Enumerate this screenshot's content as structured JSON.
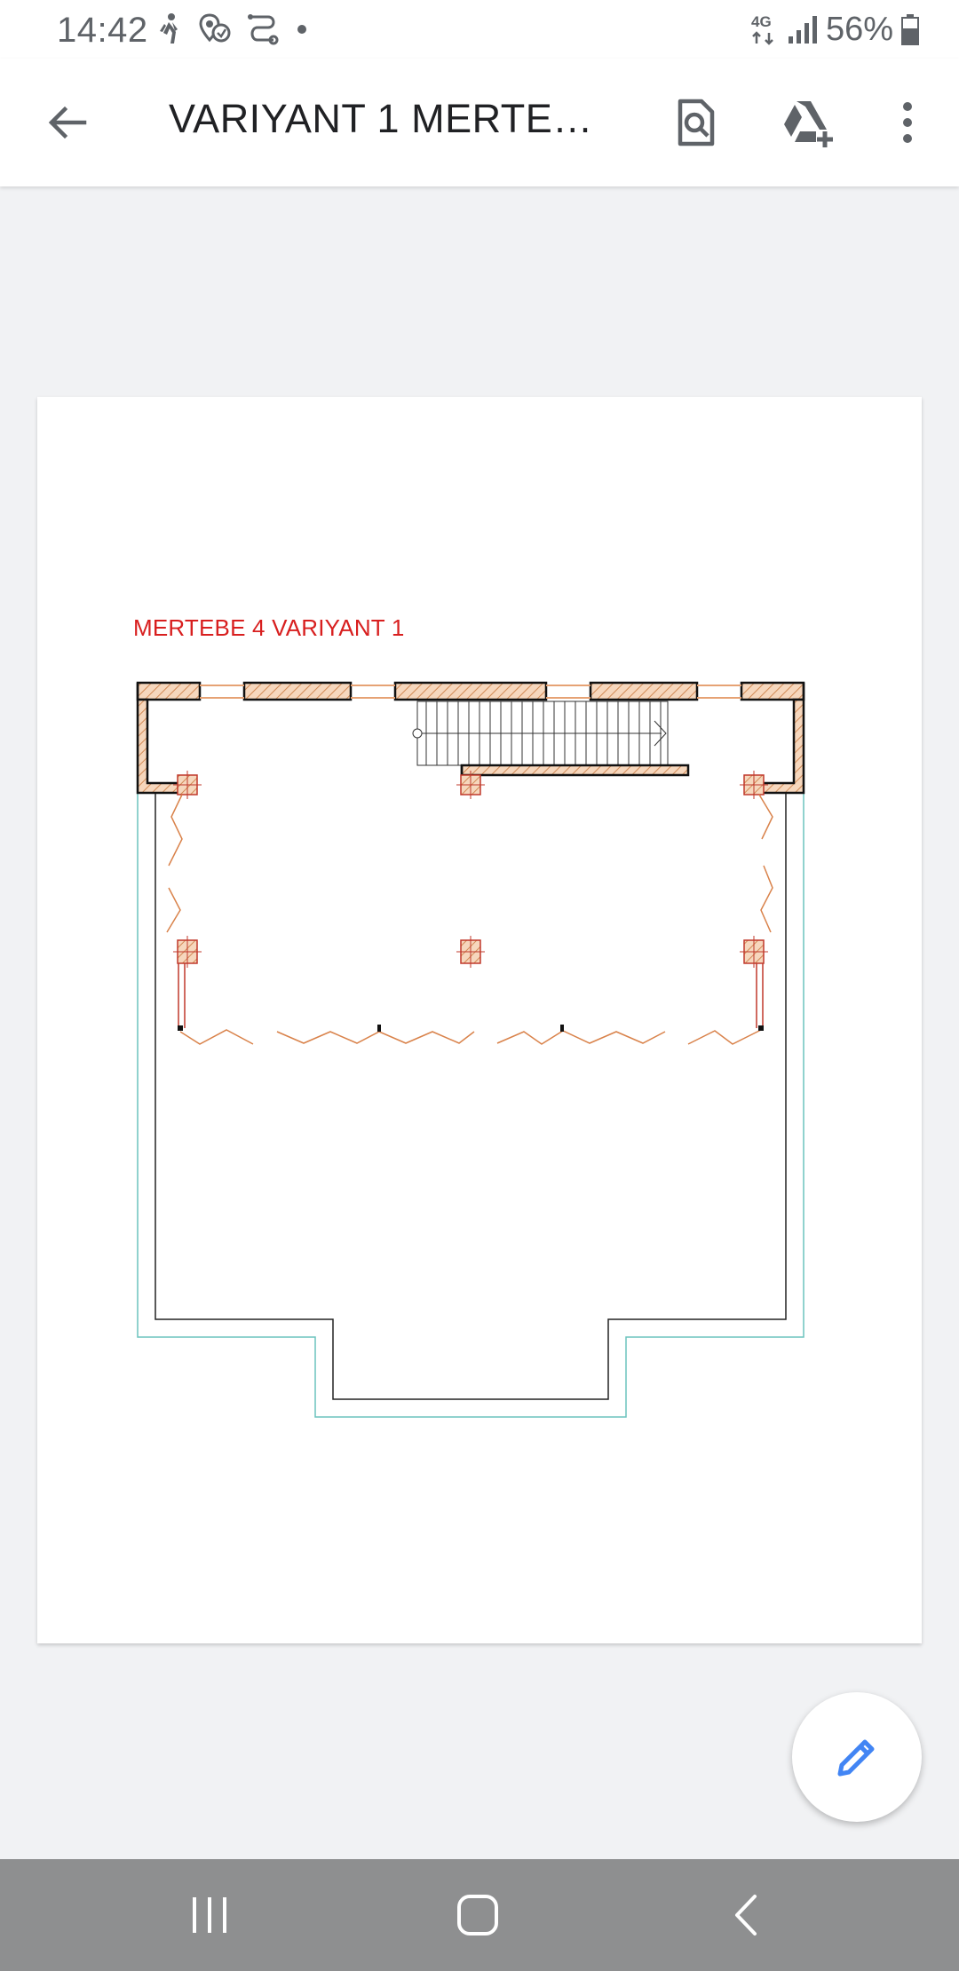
{
  "status_bar": {
    "time": "14:42",
    "network": "4G",
    "battery": "56%",
    "icons": [
      "walking-icon",
      "location-sharing-icon",
      "route-icon",
      "dot-icon",
      "signal-icon",
      "battery-icon"
    ]
  },
  "app_bar": {
    "title": "VARIYANT 1 MERTEBE...",
    "icons": [
      "back-arrow-icon",
      "find-in-page-icon",
      "drive-add-icon",
      "more-vert-icon"
    ]
  },
  "document": {
    "drawing_title": "MERTEBE 4 VARIYANT 1"
  },
  "fab": {
    "icon": "pencil-icon"
  },
  "nav_bar": {
    "icons": [
      "recent-apps-icon",
      "home-icon",
      "back-icon"
    ]
  },
  "colors": {
    "accent": "#4285f4",
    "drawing_title": "#d81f1f",
    "wall_hatch": "#e8b48a",
    "outline_cyan": "#6cc3bd"
  }
}
